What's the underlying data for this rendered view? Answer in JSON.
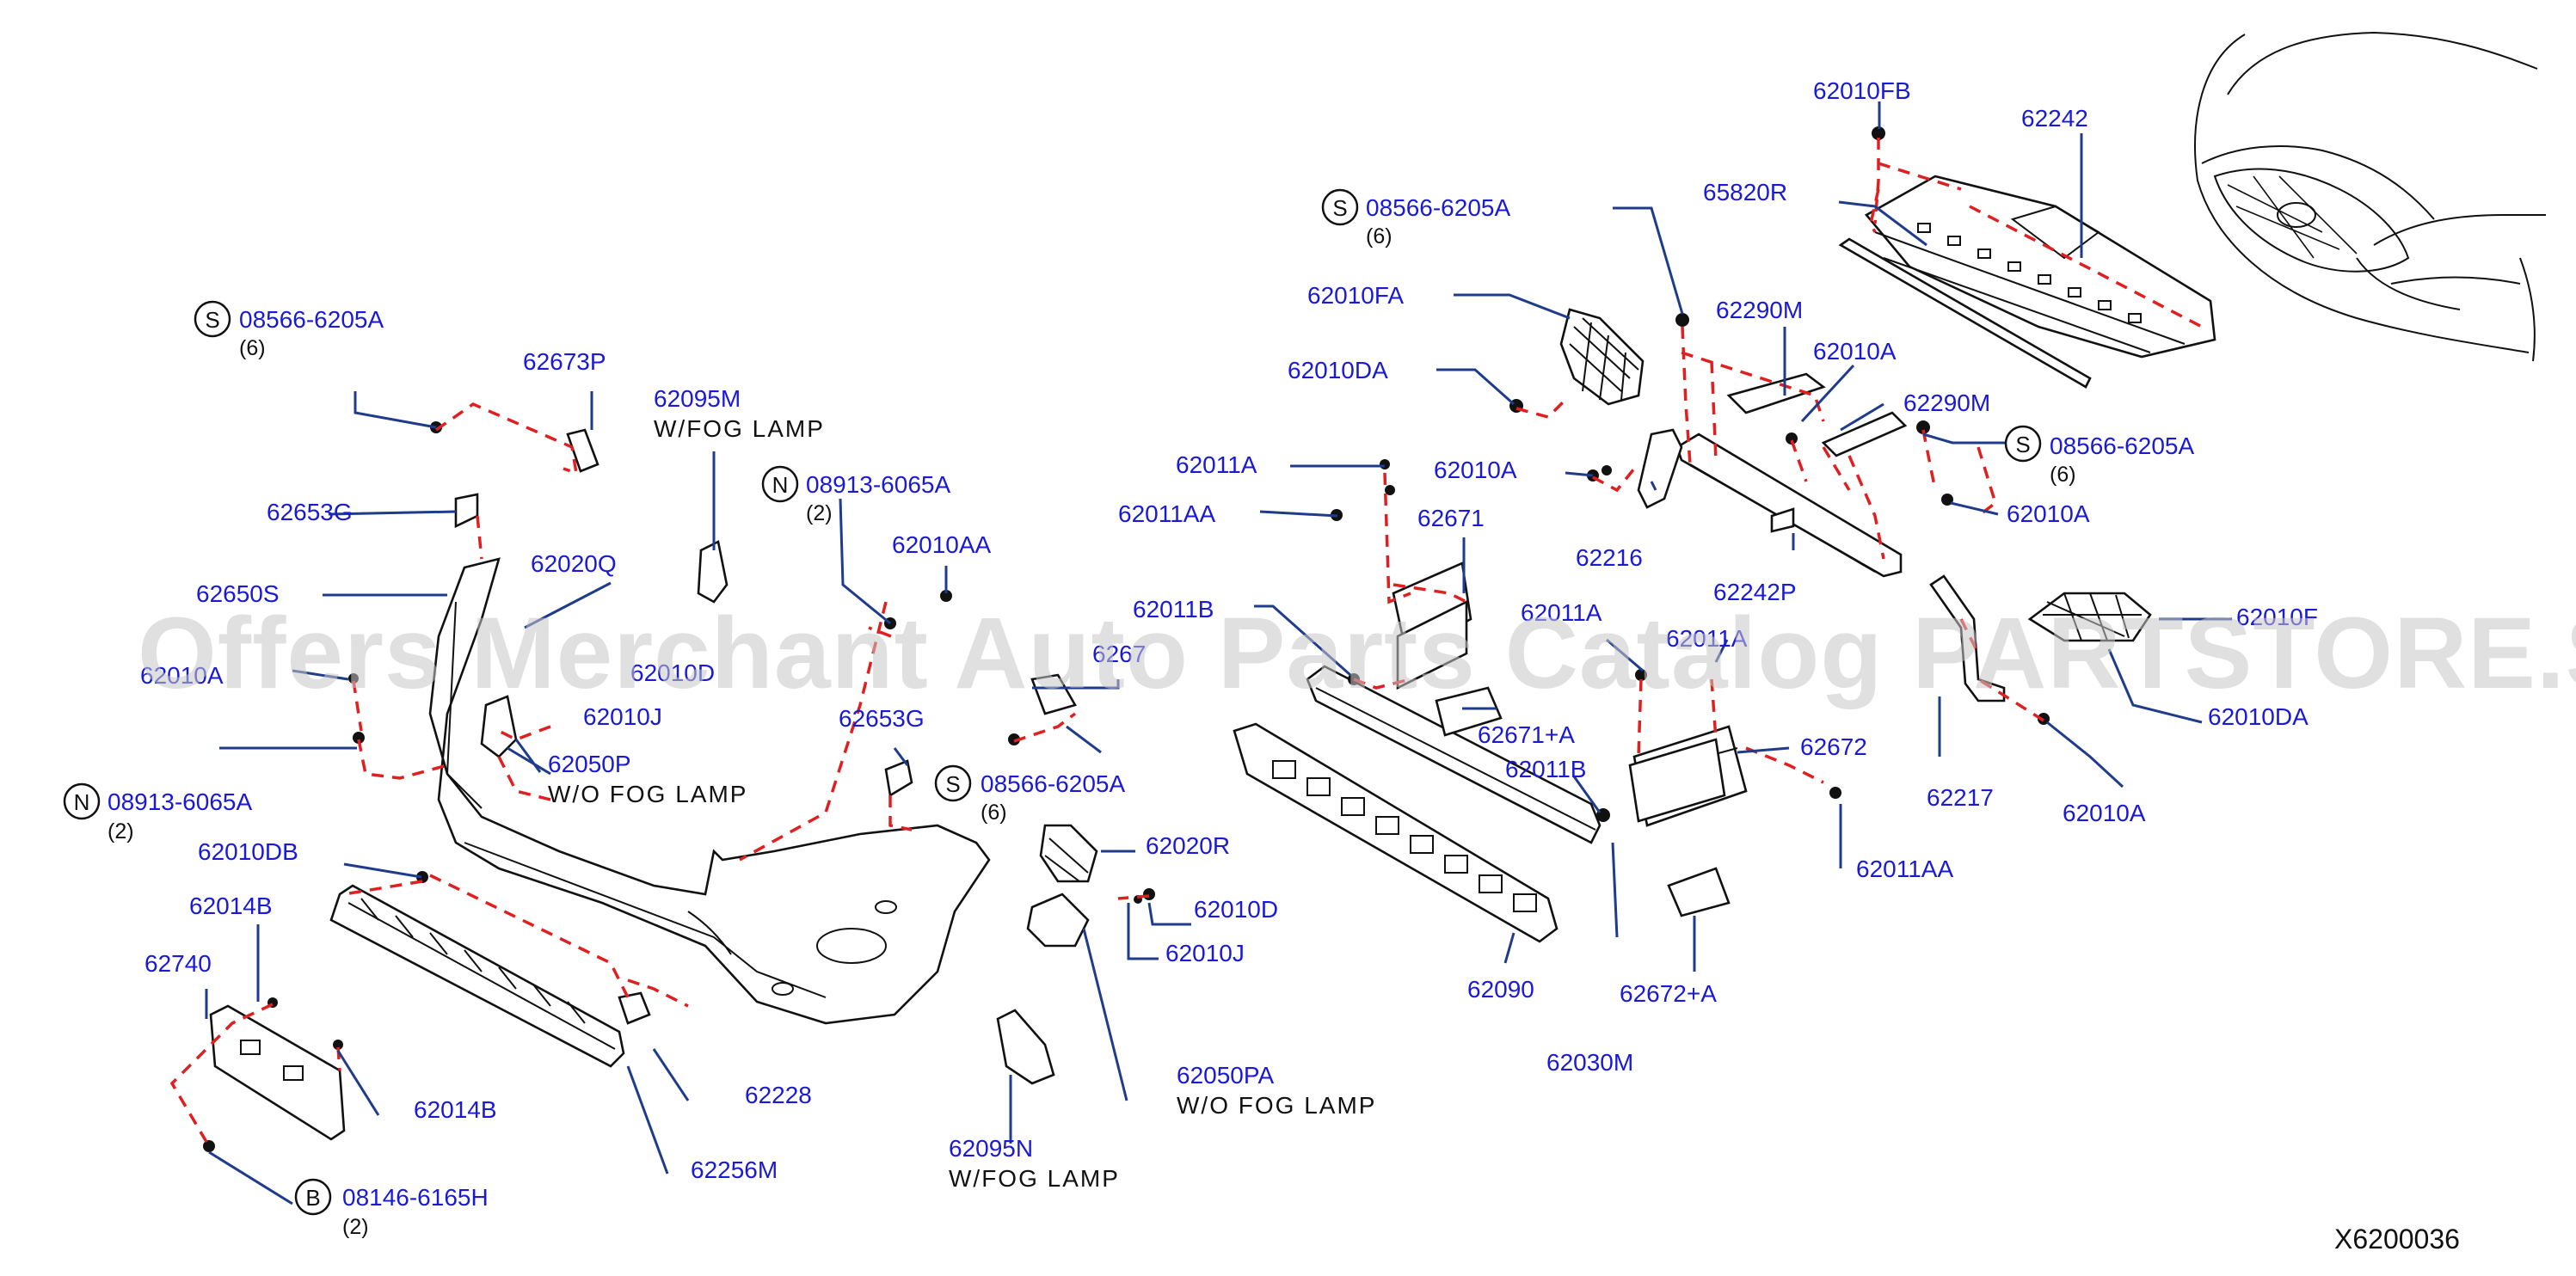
{
  "watermark": "Offers Merchant Auto Parts Catalog PARTSTORE.SA",
  "diagram_code": "X6200036",
  "labels": {
    "l62010FB": "62010FB",
    "l62242": "62242",
    "l65820R": "65820R",
    "l08566_top": "08566-6205A",
    "q6_top": "(6)",
    "l62010FA": "62010FA",
    "l62290M_a": "62290M",
    "l62010A_a": "62010A",
    "l62010DA_a": "62010DA",
    "l62290M_b": "62290M",
    "l08566_right": "08566-6205A",
    "q6_right": "(6)",
    "l62011A_a": "62011A",
    "l62010A_b": "62010A",
    "l62010A_c": "62010A",
    "l62011AA_a": "62011AA",
    "l62671": "62671",
    "l62216": "62216",
    "l62242P": "62242P",
    "l62011B_a": "62011B",
    "l62011A_b": "62011A",
    "l62011A_c": "62011A",
    "l62010F": "62010F",
    "l62010DA_b": "62010DA",
    "l62671A": "62671+A",
    "l62672": "62672",
    "l62011B_b": "62011B",
    "l62217": "62217",
    "l62010A_d": "62010A",
    "l62011AA_b": "62011AA",
    "l62090": "62090",
    "l62672A": "62672+A",
    "l62030M": "62030M",
    "l08566_left": "08566-6205A",
    "q6_left": "(6)",
    "l62673P": "62673P",
    "l62095M": "62095M",
    "l62653G_a": "62653G",
    "l08913_a": "08913-6065A",
    "q2_a": "(2)",
    "l62010AA": "62010AA",
    "l62650S": "62650S",
    "l62020Q": "62020Q",
    "l62010A_e": "62010A",
    "l62010D_a": "62010D",
    "l62010J_a": "62010J",
    "l6267x": "6267",
    "l08913_b": "08913-6065A",
    "q2_b": "(2)",
    "l62050P": "62050P",
    "l62653G_b": "62653G",
    "l08566_mid": "08566-6205A",
    "q6_mid": "(6)",
    "l62010DB": "62010DB",
    "l62014B_a": "62014B",
    "l62740": "62740",
    "l62020R": "62020R",
    "l62010D_b": "62010D",
    "l62010J_b": "62010J",
    "l62228": "62228",
    "l62050PA": "62050PA",
    "l62014B_b": "62014B",
    "l62256M": "62256M",
    "l62095N": "62095N",
    "l08146": "08146-6165H",
    "q2_c": "(2)"
  },
  "notes": {
    "wfog_a": "W/FOG   LAMP",
    "wofog_a": "W/O   FOG   LAMP",
    "wofog_b": "W/O   FOG   LAMP",
    "wfog_b": "W/FOG   LAMP"
  },
  "symbols": {
    "s": "S",
    "n": "N",
    "b": "B"
  },
  "colors": {
    "label": "#1a1ad6",
    "leader": "#1f3c8c",
    "dashed": "#e02020",
    "outline": "#111111"
  }
}
